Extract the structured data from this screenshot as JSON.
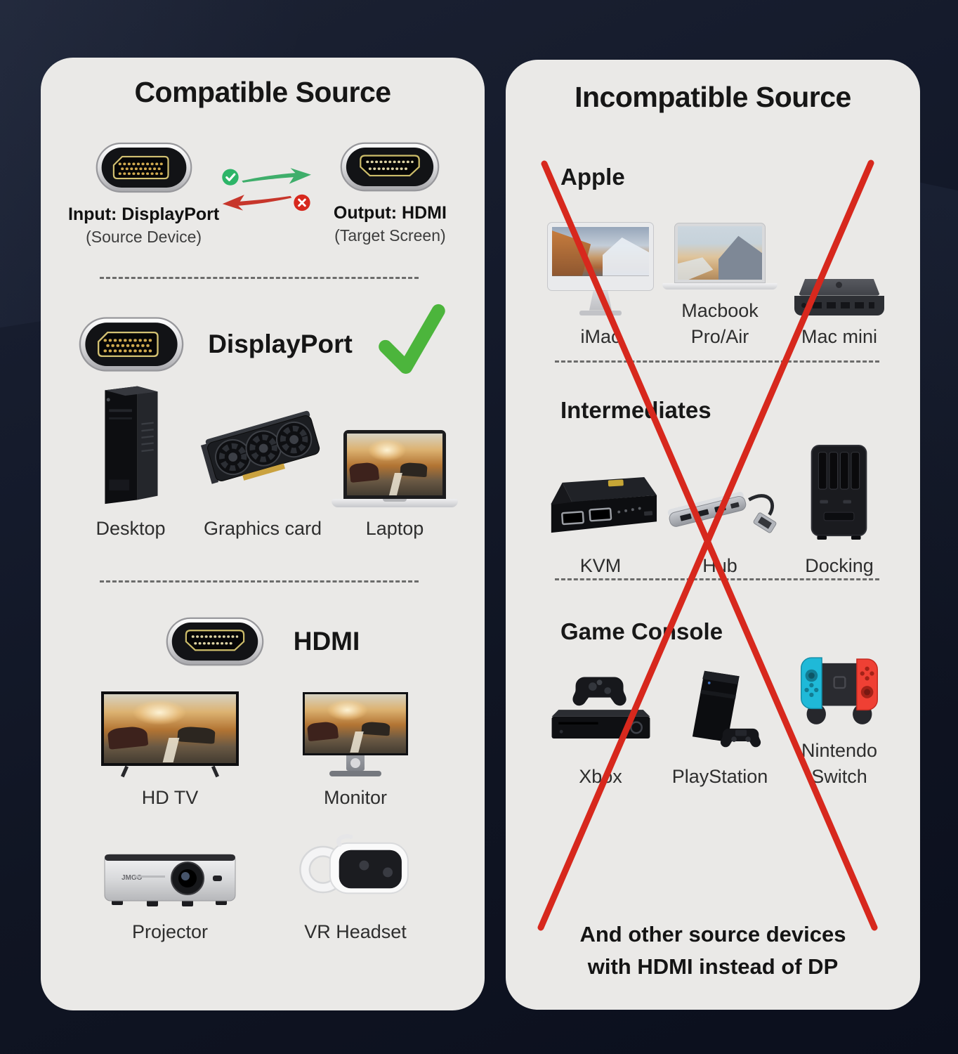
{
  "left_panel": {
    "title": "Compatible Source",
    "input": {
      "label": "Input: DisplayPort",
      "sublabel": "(Source Device)"
    },
    "output": {
      "label": "Output: HDMI",
      "sublabel": "(Target Screen)"
    },
    "displayport_section": {
      "label": "DisplayPort",
      "devices": [
        {
          "name": "Desktop"
        },
        {
          "name": "Graphics card"
        },
        {
          "name": "Laptop"
        }
      ]
    },
    "hdmi_section": {
      "label": "HDMI",
      "devices": [
        {
          "name": "HD TV"
        },
        {
          "name": "Monitor"
        },
        {
          "name": "Projector"
        },
        {
          "name": "VR Headset"
        }
      ]
    },
    "projector_brand": "JMGO"
  },
  "right_panel": {
    "title": "Incompatible Source",
    "sections": [
      {
        "heading": "Apple",
        "devices": [
          {
            "name": "iMac"
          },
          {
            "name": "Macbook\nPro/Air"
          },
          {
            "name": "Mac mini"
          }
        ]
      },
      {
        "heading": "Intermediates",
        "devices": [
          {
            "name": "KVM"
          },
          {
            "name": "Hub"
          },
          {
            "name": "Docking"
          }
        ]
      },
      {
        "heading": "Game Console",
        "devices": [
          {
            "name": "Xbox"
          },
          {
            "name": "PlayStation"
          },
          {
            "name": "Nintendo\nSwitch"
          }
        ]
      }
    ],
    "footer": {
      "line1": "And other source devices",
      "line2": "with HDMI instead of DP"
    }
  },
  "icons": {
    "check_circle": "✓",
    "cross_circle": "✕"
  },
  "colors": {
    "big_check_green": "#4cb53c",
    "badge_green": "#2db568",
    "arrow_green": "#3fae6b",
    "arrow_red": "#c7362b",
    "cross_red": "#d7281d",
    "panel_bg": "#eae9e7",
    "canvas_bg": "#121624",
    "text_dark": "#1b1b1b"
  }
}
